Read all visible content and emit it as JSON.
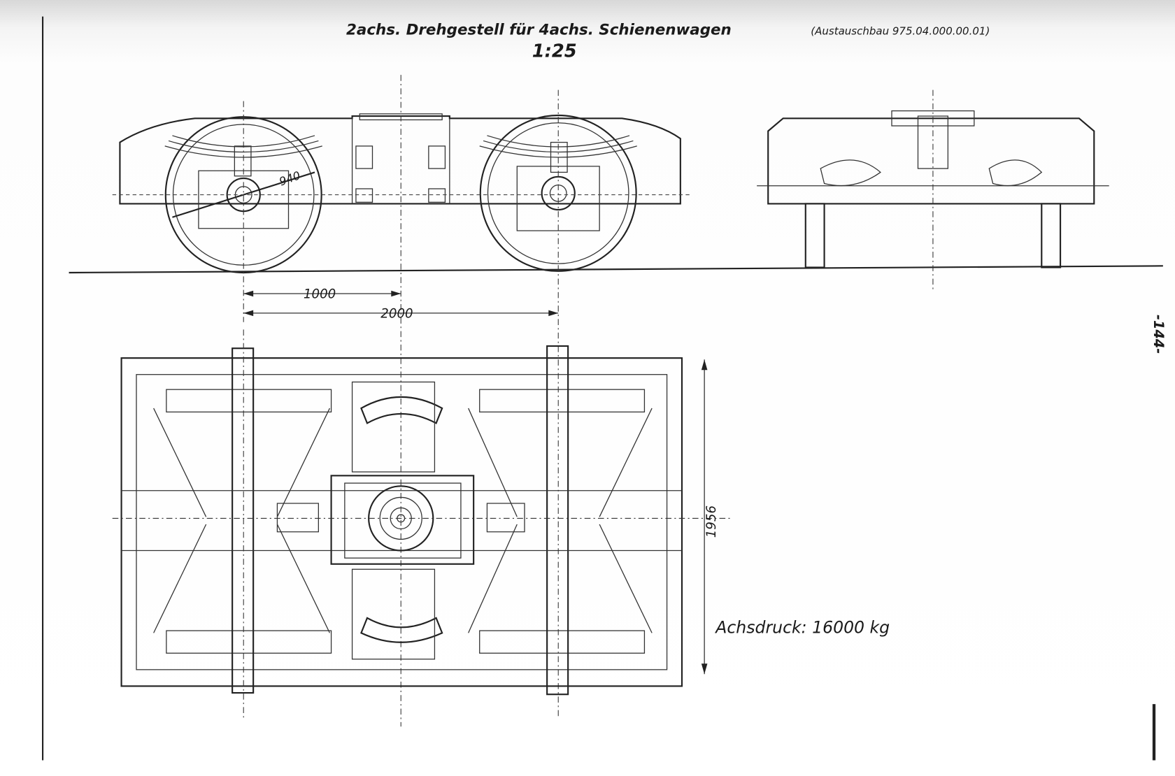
{
  "drawing": {
    "title": "2achs. Drehgestell für 4achs. Schienenwagen",
    "subtitle": "(Austauschbau 975.04.000.00.01)",
    "scale": "1:25",
    "dimensions": {
      "wheel_diameter": "940",
      "half_wheelbase": "1000",
      "wheelbase": "2000",
      "gauge_width": "1956"
    },
    "axle_load": "Achsdruck: 16000 kg",
    "page_number": "-144-"
  }
}
